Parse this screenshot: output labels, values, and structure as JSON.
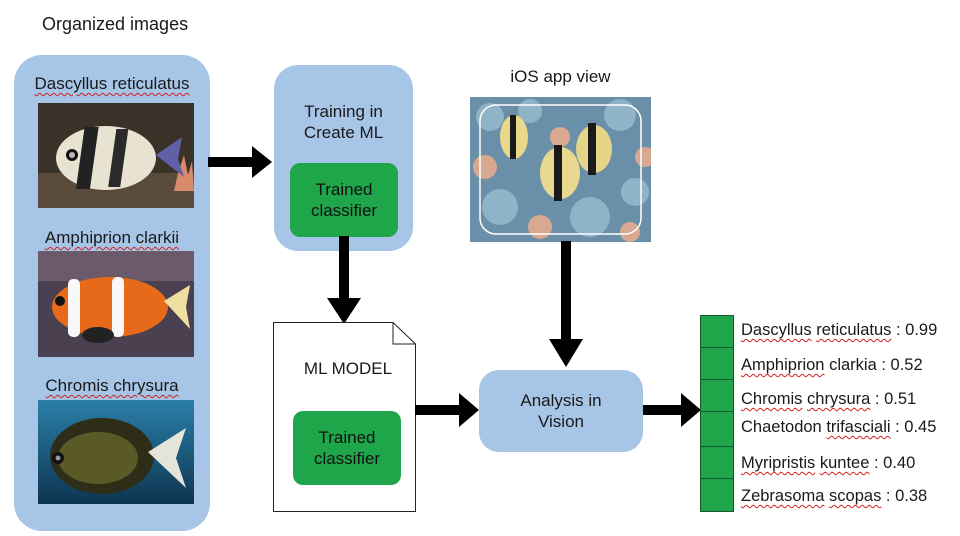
{
  "title": "Organized images",
  "species_images": [
    {
      "label": "Dascyllus reticulatus"
    },
    {
      "label": "Amphiprion clarkii"
    },
    {
      "label": "Chromis chrysura"
    }
  ],
  "training": {
    "title_line1": "Training in",
    "title_line2": "Create ML",
    "classifier_line1": "Trained",
    "classifier_line2": "classifier"
  },
  "ml_model": {
    "title": "ML MODEL",
    "classifier_line1": "Trained",
    "classifier_line2": "classifier"
  },
  "ios_view": {
    "title": "iOS app view"
  },
  "analysis": {
    "line1": "Analysis in",
    "line2": "Vision"
  },
  "results": [
    {
      "genus": "Dascyllus",
      "species": "reticulatus",
      "score": "0.99"
    },
    {
      "genus": "Amphiprion",
      "species": "clarkia",
      "score": "0.52"
    },
    {
      "genus": "Chromis",
      "species": "chrysura",
      "score": "0.51"
    },
    {
      "genus": "Chaetodon",
      "species": "trifasciali",
      "score": "0.45"
    },
    {
      "genus": "Myripristis",
      "species": "kuntee",
      "score": "0.40"
    },
    {
      "genus": "Zebrasoma",
      "species": "scopas",
      "score": "0.38"
    }
  ],
  "colors": {
    "panel_blue": "#a7c5e6",
    "classifier_green": "#1fa54a",
    "arrow": "#000000"
  }
}
